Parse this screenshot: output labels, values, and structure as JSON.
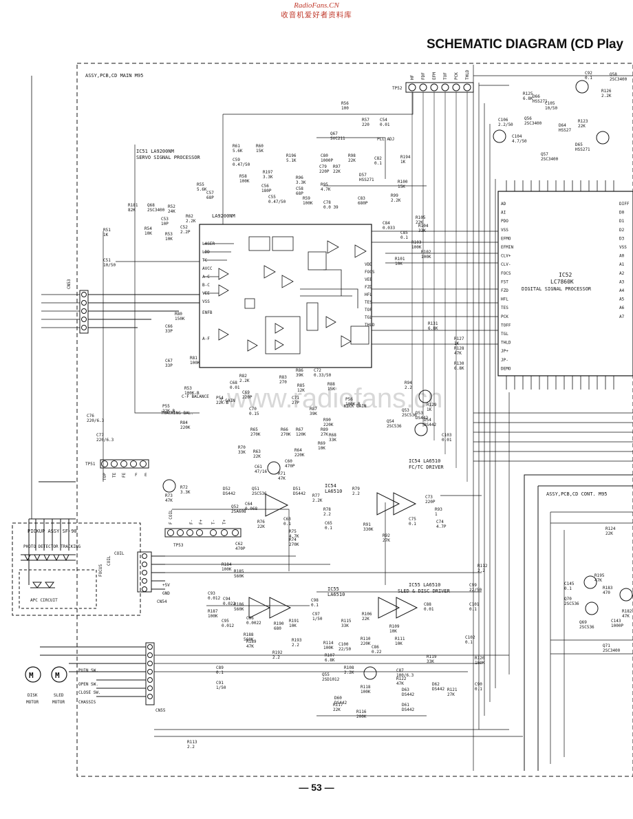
{
  "header": {
    "site": "RadioFans.CN",
    "subtitle": "收音机爱好者资料库"
  },
  "title": "SCHEMATIC DIAGRAM (CD Play",
  "page_number": "— 53 —",
  "watermark": "www.radiofans.cn",
  "assemblies": {
    "main": "ASSY,PCB,CD MAIN M95",
    "cont": "ASSY,PCB,CD CONT. M95",
    "pickup": "PICKUP ASSY SF-90"
  },
  "ics": {
    "ic51": {
      "ref": "IC51 LA9200NM",
      "desc": "SERVO SIGNAL PROCESSOR",
      "part": "LA9200NM"
    },
    "ic52": {
      "ref": "IC52",
      "part": "LC7860K",
      "desc": "DIGITAL SIGNAL PROCESSOR"
    },
    "ic54": {
      "ref": "IC54 LA6510",
      "desc": "FC/TC DRIVER",
      "inner": "IC54",
      "inner_part": "LA6510"
    },
    "ic55": {
      "ref": "IC55 LA6510",
      "desc": "SLED & DISC DRIVER",
      "inner": "IC55",
      "inner_part": "LA6510"
    }
  },
  "pickup": {
    "photo": "PHOTO DETECTOR TRACKING",
    "coil": "COIL",
    "focus": "FOCUS",
    "coil2": "COIL",
    "apc": "APC CIRCUIT"
  },
  "motors": {
    "disk": "DISK",
    "disk2": "MOTOR",
    "sled": "SLED",
    "sled2": "MOTOR",
    "puin": "PUIN SW.",
    "open": "OPEN SW.",
    "close": "CLOSE SW.",
    "chassis": "CHASSIS"
  },
  "connectors": {
    "cn53": "CN53",
    "cn54": "CN54",
    "cn55": "CN55",
    "tp51": "TP51",
    "tp52": "TP52",
    "tp53": "TP53",
    "gnd": "GND",
    "v5": "+5V"
  },
  "ic51_pins_left": [
    "LASER",
    "LDD",
    "TC",
    "AVCC",
    "A-C",
    "B-C",
    "VEE",
    "VSS",
    "ENFB",
    "A-F"
  ],
  "ic51_pins_right": [
    "VDD",
    "FOCS",
    "VEE",
    "FZD",
    "HFL",
    "TES",
    "TOF",
    "TGL",
    "THLD"
  ],
  "ic52_pins_left": [
    "AD",
    "AI",
    "PDO",
    "VSS",
    "EFMO",
    "EFMIN",
    "CLV+",
    "CLV-",
    "FOCS",
    "FST",
    "FZD",
    "HFL",
    "TES",
    "PCK",
    "TOFF",
    "TGL",
    "THLD",
    "JP+",
    "JP-",
    "DEMO"
  ],
  "ic52_pins_right": [
    "DIFF",
    "D0",
    "D1",
    "D2",
    "D3",
    "VSS",
    "A0",
    "A1",
    "A2",
    "A3",
    "A4",
    "A5",
    "A6",
    "A7"
  ],
  "tp52_pins": [
    "HF",
    "FDF",
    "EFM",
    "TOF",
    "PCK",
    "THLD"
  ],
  "tp51_pins": [
    "TOP",
    "TE",
    "FE",
    "F",
    "E"
  ],
  "tp53_pins": [
    "F COIL",
    "F-",
    "F+",
    "T-",
    "T+"
  ],
  "controls": {
    "pll": "PLL ADJ",
    "cf": "C-F BALANCE",
    "tgain": "T-GAIN",
    "kick": "KICK GAIN",
    "tbal": "TRACKING BAL."
  },
  "components": [
    {
      "t": "R56 100"
    },
    {
      "t": "R57 220"
    },
    {
      "t": "C54 0.01"
    },
    {
      "t": "Q67 SVC211"
    },
    {
      "t": "R98 22K"
    },
    {
      "t": "C80 1000P"
    },
    {
      "t": "R97 22K"
    },
    {
      "t": "C82 0.1"
    },
    {
      "t": "R194 1K"
    },
    {
      "t": "R61 5.6K"
    },
    {
      "t": "R60 15K"
    },
    {
      "t": "C59 0.47/50"
    },
    {
      "t": "R196 5.1K"
    },
    {
      "t": "R197 3.3K"
    },
    {
      "t": "C79 220P"
    },
    {
      "t": "R96 3.3K"
    },
    {
      "t": "R95 4.7K"
    },
    {
      "t": "D57 HSS271"
    },
    {
      "t": "R100 15K"
    },
    {
      "t": "R99 2.2K"
    },
    {
      "t": "C83 680P"
    },
    {
      "t": "R58 100K"
    },
    {
      "t": "C56 180P"
    },
    {
      "t": "R55 5.6K"
    },
    {
      "t": "C57 68P"
    },
    {
      "t": "C58 68P"
    },
    {
      "t": "C55 0.47/50"
    },
    {
      "t": "R59 100K"
    },
    {
      "t": "C78 0.0 39"
    },
    {
      "t": "R52 24K"
    },
    {
      "t": "R62 2.2K"
    },
    {
      "t": "C53 10P"
    },
    {
      "t": "C52 2.2P"
    },
    {
      "t": "R54 10K"
    },
    {
      "t": "R53 10K"
    },
    {
      "t": "R51 1K"
    },
    {
      "t": "C51 10/50"
    },
    {
      "t": "C84 0.033"
    },
    {
      "t": "R105 22K"
    },
    {
      "t": "R104 33K"
    },
    {
      "t": "C85 0.1"
    },
    {
      "t": "R103 100K"
    },
    {
      "t": "R102 100K"
    },
    {
      "t": "R101 10K"
    },
    {
      "t": "R80 150K"
    },
    {
      "t": "C66 33P"
    },
    {
      "t": "R81 100K"
    },
    {
      "t": "C67 33P"
    },
    {
      "t": "R53 100K-B"
    },
    {
      "t": "C68 0.01"
    },
    {
      "t": "R82 2.2K"
    },
    {
      "t": "C69 220P"
    },
    {
      "t": "R84 220K"
    },
    {
      "t": "C70 0.15"
    },
    {
      "t": "R83 270"
    },
    {
      "t": "R86 39K"
    },
    {
      "t": "R85 12K"
    },
    {
      "t": "C71 27P"
    },
    {
      "t": "C72 0.33/50"
    },
    {
      "t": "R87 39K"
    },
    {
      "t": "R88 15K"
    },
    {
      "t": "P56 100K-B"
    },
    {
      "t": "P54 22K-B"
    },
    {
      "t": "P55 22K-B"
    },
    {
      "t": "R90 220K"
    },
    {
      "t": "R89 27K"
    },
    {
      "t": "C76 220/6.3"
    },
    {
      "t": "C77 220/6.3"
    },
    {
      "t": "R65 270K"
    },
    {
      "t": "R66 270K"
    },
    {
      "t": "R67 120K"
    },
    {
      "t": "R68 33K"
    },
    {
      "t": "R69 10K"
    },
    {
      "t": "R70 33K"
    },
    {
      "t": "R63 22K"
    },
    {
      "t": "R64 220K"
    },
    {
      "t": "C61 47/16"
    },
    {
      "t": "C60 470P"
    },
    {
      "t": "R71 47K"
    },
    {
      "t": "Q51 2SC536"
    },
    {
      "t": "D51 DS442"
    },
    {
      "t": "D52 DS442"
    },
    {
      "t": "R72 3.3K"
    },
    {
      "t": "R73 47K"
    },
    {
      "t": "Q52 2SA608"
    },
    {
      "t": "C64 0.068"
    },
    {
      "t": "R76 22K"
    },
    {
      "t": "C63 0.1"
    },
    {
      "t": "R75 4.7K"
    },
    {
      "t": "R74 270K"
    },
    {
      "t": "C62 470P"
    },
    {
      "t": "R77 2.2K"
    },
    {
      "t": "R78 2.2"
    },
    {
      "t": "C65 0.1"
    },
    {
      "t": "R79 2.2"
    },
    {
      "t": "C73 220P"
    },
    {
      "t": "R93 1"
    },
    {
      "t": "C75 0.1"
    },
    {
      "t": "R91 330K"
    },
    {
      "t": "R92 27K"
    },
    {
      "t": "C74 4.7P"
    },
    {
      "t": "R94 2.2"
    },
    {
      "t": "R129 1K"
    },
    {
      "t": "Q53 2SC536"
    },
    {
      "t": "D53 DS442"
    },
    {
      "t": "D54 DS442"
    },
    {
      "t": "Q54 2SC536"
    },
    {
      "t": "C103 0.01"
    },
    {
      "t": "R131 6.8K"
    },
    {
      "t": "R127 1K"
    },
    {
      "t": "R128 47K"
    },
    {
      "t": "R130 6.8K"
    },
    {
      "t": "R184 100K"
    },
    {
      "t": "R185 560K"
    },
    {
      "t": "C93 0.012"
    },
    {
      "t": "C94 0.022"
    },
    {
      "t": "R186 560K"
    },
    {
      "t": "R187 100K"
    },
    {
      "t": "C95 0.012"
    },
    {
      "t": "C96 0.0022"
    },
    {
      "t": "R188 560K"
    },
    {
      "t": "R189 47K"
    },
    {
      "t": "R190 680"
    },
    {
      "t": "R191 10K"
    },
    {
      "t": "C98 0.1"
    },
    {
      "t": "R193 2.2"
    },
    {
      "t": "R192 2.2"
    },
    {
      "t": "C97 1/50"
    },
    {
      "t": "R114 100K"
    },
    {
      "t": "R115 33K"
    },
    {
      "t": "R106 22K"
    },
    {
      "t": "R109 10K"
    },
    {
      "t": "R110 220K"
    },
    {
      "t": "R111 10K"
    },
    {
      "t": "C88 0.01"
    },
    {
      "t": "R112 2.2"
    },
    {
      "t": "C99 22/50"
    },
    {
      "t": "C101 0.1"
    },
    {
      "t": "C102 0.1"
    },
    {
      "t": "C100 22/50"
    },
    {
      "t": "R107 6.8K"
    },
    {
      "t": "R108 2.2K"
    },
    {
      "t": "C86 0.22"
    },
    {
      "t": "R118 100K"
    },
    {
      "t": "Q55 2SD1012"
    },
    {
      "t": "C87 100/6.3"
    },
    {
      "t": "R122 47K"
    },
    {
      "t": "R119 33K"
    },
    {
      "t": "R120 100K"
    },
    {
      "t": "D62 DS442"
    },
    {
      "t": "R121 27K"
    },
    {
      "t": "C90 0.1"
    },
    {
      "t": "D63 DS442"
    },
    {
      "t": "D61 DS442"
    },
    {
      "t": "D60 DS442"
    },
    {
      "t": "R117 22K"
    },
    {
      "t": "R116 200K"
    },
    {
      "t": "C89 0.1"
    },
    {
      "t": "C91 1/50"
    },
    {
      "t": "R113 2.2"
    },
    {
      "t": "C92 0.1"
    },
    {
      "t": "Q58 2SC3400"
    },
    {
      "t": "R125 6.8K"
    },
    {
      "t": "D66 HSS271"
    },
    {
      "t": "R126 2.2K"
    },
    {
      "t": "C105 10/50"
    },
    {
      "t": "C106 2.2/50"
    },
    {
      "t": "Q56 2SC3400"
    },
    {
      "t": "C104 4.7/50"
    },
    {
      "t": "D64 HSS27"
    },
    {
      "t": "R123 22K"
    },
    {
      "t": "D65 HSS271"
    },
    {
      "t": "Q57 2SC3400"
    },
    {
      "t": "R124 22K"
    },
    {
      "t": "R195 47K"
    },
    {
      "t": "C145 0.1"
    },
    {
      "t": "Q70 2SC536"
    },
    {
      "t": "R183 470"
    },
    {
      "t": "R182 47K"
    },
    {
      "t": "Q69 2SC536"
    },
    {
      "t": "C143 1000P"
    },
    {
      "t": "Q71 2SC3400"
    },
    {
      "t": "R181 82K"
    },
    {
      "t": "Q68 2SC3400"
    }
  ]
}
